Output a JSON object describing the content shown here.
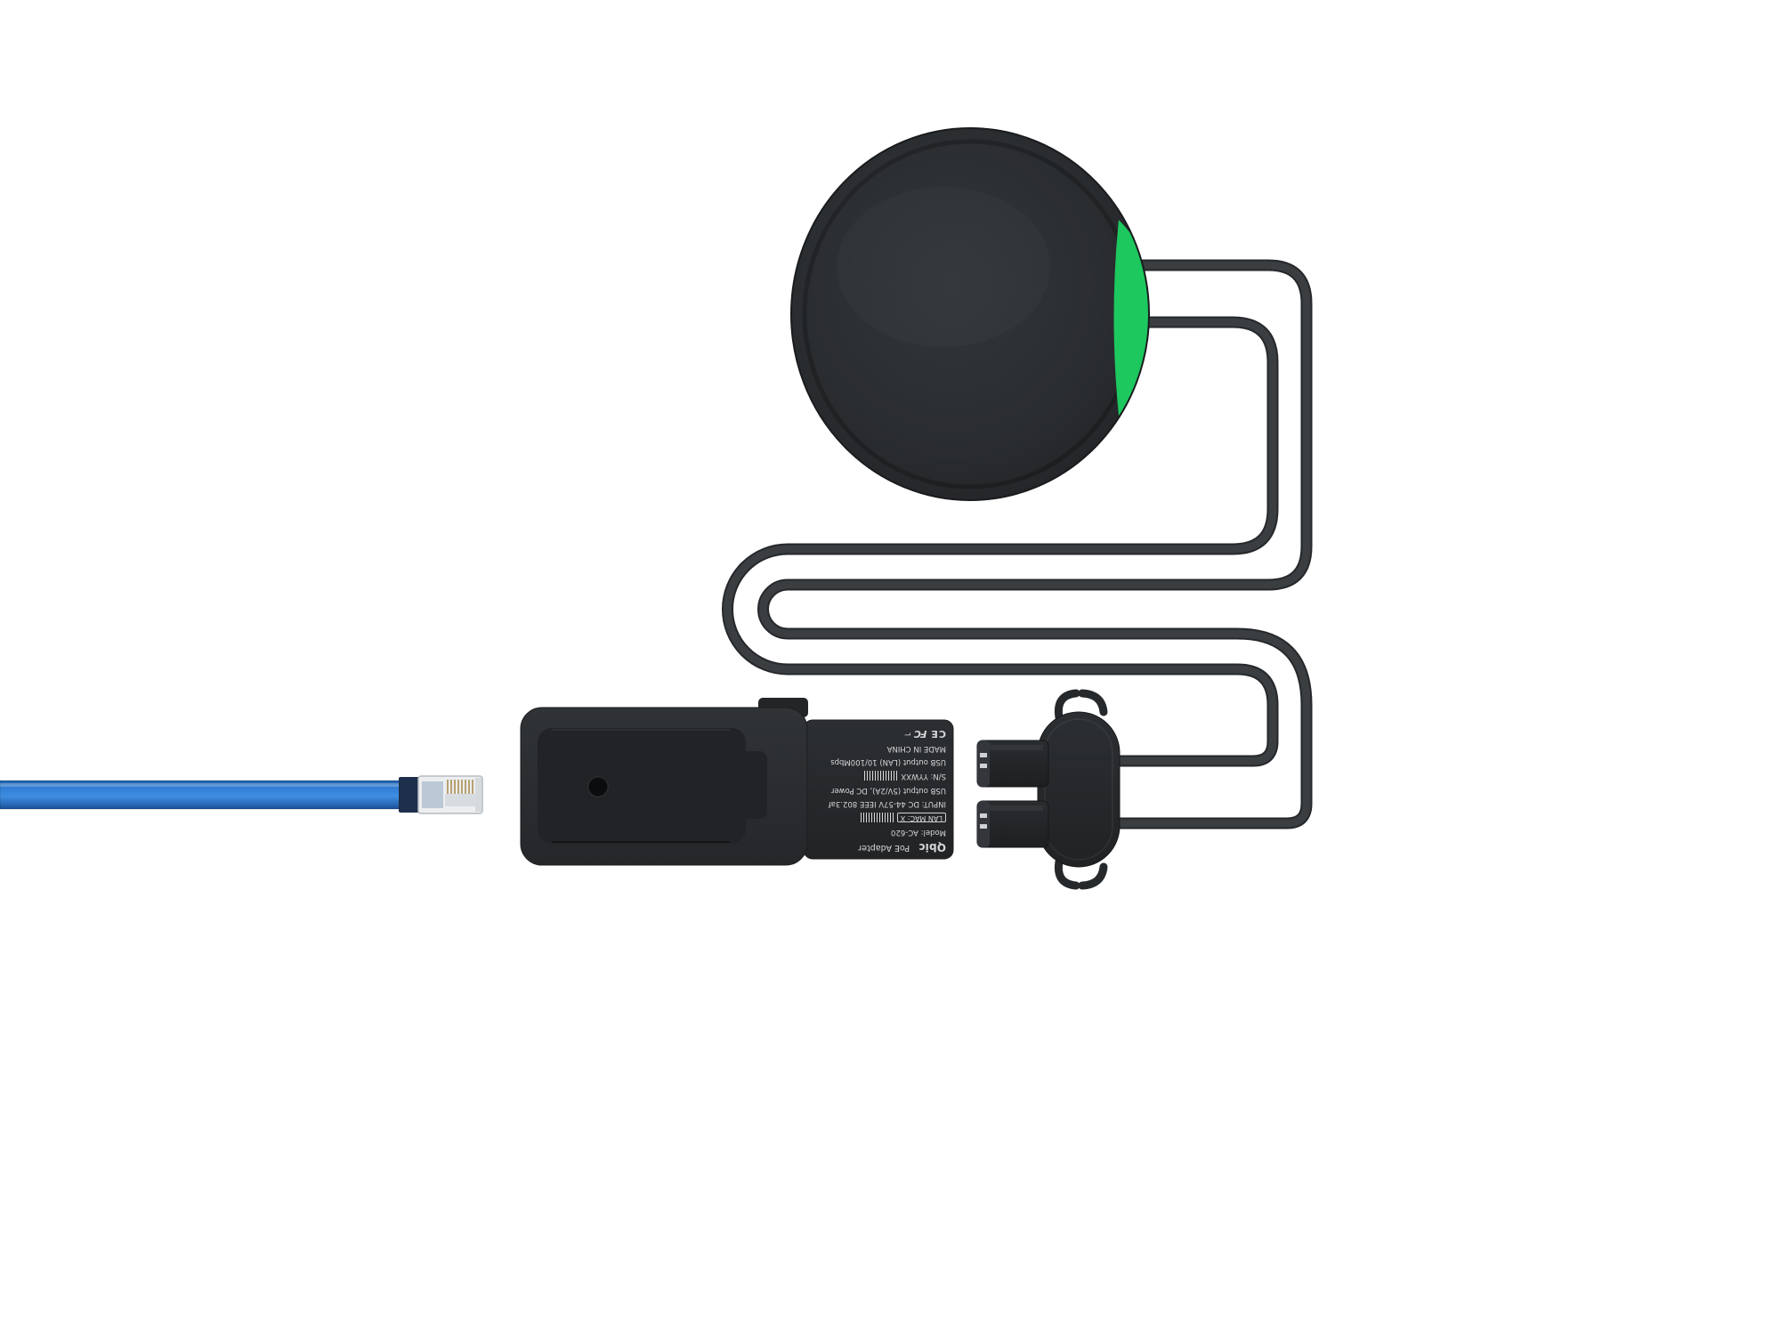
{
  "colors": {
    "background": "#ffffff",
    "accent_green": "#1dc85f",
    "cable": "#3a3e41",
    "device_dark": "#2a2d30",
    "ethernet_blue": "#3f8ee2"
  },
  "label": {
    "brand": "Qbic",
    "product": "PoE Adapter",
    "model": "Model: AC-620",
    "lan_mac": "LAN MAC: X",
    "input": "INPUT: DC 44-57V IEEE 802.3af",
    "usb_power": "USB output (5V/2A), DC Power",
    "usb_lan": "USB output (LAN)  10/100Mbps",
    "serial": "S/N: YYWXX",
    "made_in": "MADE IN CHINA",
    "fcc": "FC",
    "ce": "CE",
    "corner_mark": "⌐"
  }
}
